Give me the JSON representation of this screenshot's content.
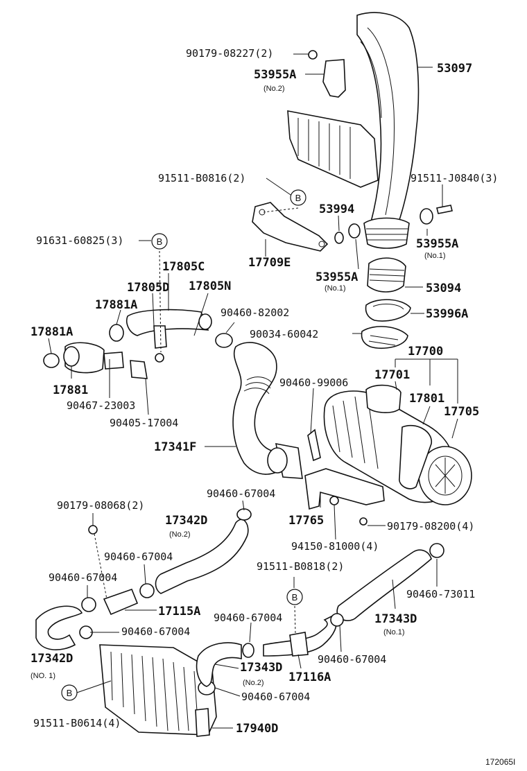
{
  "labels": {
    "l_90179_08227": "90179-08227(2)",
    "l_53955A_top": "53955A",
    "l_no2_top": "(No.2)",
    "l_53097": "53097",
    "l_91511_B0816": "91511-B0816(2)",
    "l_91511_J0840": "91511-J0840(3)",
    "l_53994": "53994",
    "l_53955A_right": "53955A",
    "l_no1_right": "(No.1)",
    "l_91631_60825": "91631-60825(3)",
    "l_17709E": "17709E",
    "l_17805C": "17805C",
    "l_53955A_mid": "53955A",
    "l_no1_mid": "(No.1)",
    "l_53094": "53094",
    "l_17805D": "17805D",
    "l_17805N": "17805N",
    "l_17881A_a": "17881A",
    "l_90460_82002": "90460-82002",
    "l_53996A": "53996A",
    "l_17881A_b": "17881A",
    "l_90034_60042": "90034-60042",
    "l_17700": "17700",
    "l_17701": "17701",
    "l_17881": "17881",
    "l_90460_99006": "90460-99006",
    "l_17801": "17801",
    "l_90467_23003": "90467-23003",
    "l_17705": "17705",
    "l_90405_17004": "90405-17004",
    "l_17341F": "17341F",
    "l_90460_67004_a": "90460-67004",
    "l_90179_08068": "90179-08068(2)",
    "l_17342D_top": "17342D",
    "l_no2_17342": "(No.2)",
    "l_17765": "17765",
    "l_90179_08200": "90179-08200(4)",
    "l_94150_81000": "94150-81000(4)",
    "l_90460_67004_b": "90460-67004",
    "l_91511_B0818": "91511-B0818(2)",
    "l_90460_67004_c": "90460-67004",
    "l_90460_73011": "90460-73011",
    "l_17115A": "17115A",
    "l_17343D_right": "17343D",
    "l_90460_67004_d": "90460-67004",
    "l_no1_17343": "(No.1)",
    "l_90460_67004_e": "90460-67004",
    "l_17342D_bottom": "17342D",
    "l_no1_17342": "(NO. 1)",
    "l_90460_67004_f": "90460-67004",
    "l_17343D_bottom": "17343D",
    "l_17116A": "17116A",
    "l_no2_17343": "(No.2)",
    "l_90460_67004_g": "90460-67004",
    "l_91511_B0614": "91511-B0614(4)",
    "l_17940D": "17940D",
    "figure_id": "172065I"
  },
  "refs": {
    "b1": "B",
    "b2": "B",
    "b3": "B",
    "b4": "B"
  }
}
